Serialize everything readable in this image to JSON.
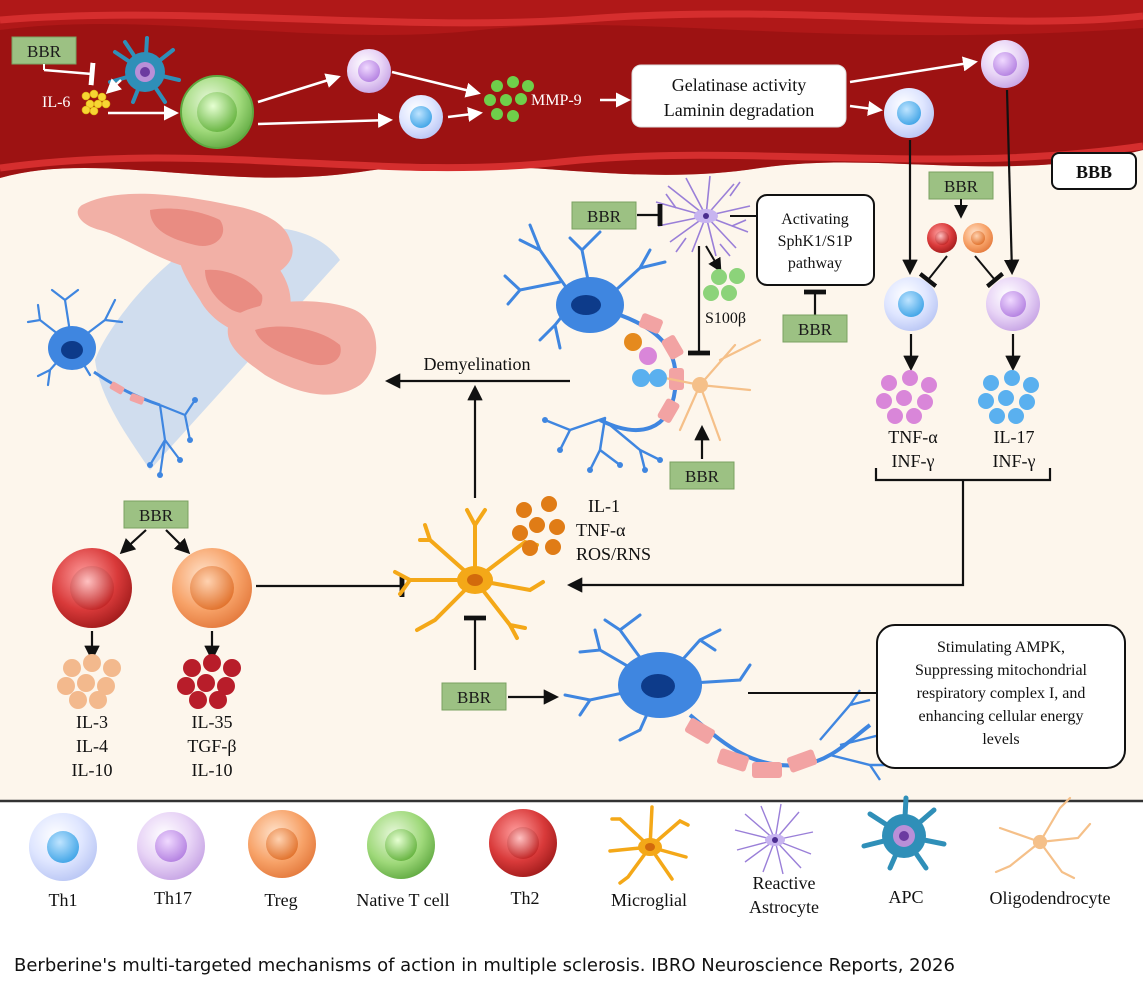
{
  "vessel": {
    "bbb_label": "BBB",
    "il6_label": "IL-6",
    "mmp9_label": "MMP-9",
    "gelatinase_box": [
      "Gelatinase activity",
      "Laminin degradation"
    ]
  },
  "bbr_label": "BBR",
  "middle": {
    "sphk_box": [
      "Activating",
      "SphK1/S1P",
      "pathway"
    ],
    "s100b_label": "S100β",
    "demyelination_label": "Demyelination",
    "microglia_cytokines": [
      "IL-1",
      "TNF-α",
      "ROS/RNS"
    ],
    "th1_cytokines": [
      "TNF-α",
      "INF-γ"
    ],
    "th17_cytokines": [
      "IL-17",
      "INF-γ"
    ],
    "th2_cytokines": [
      "IL-3",
      "IL-4",
      "IL-10"
    ],
    "treg_cytokines": [
      "IL-35",
      "TGF-β",
      "IL-10"
    ],
    "ampk_box": [
      "Stimulating AMPK,",
      "Suppressing mitochondrial",
      "respiratory complex I, and",
      "enhancing cellular energy",
      "levels"
    ]
  },
  "legend": [
    {
      "label": "Th1",
      "icon": "th1-cell-icon",
      "color": "#5fb8e6"
    },
    {
      "label": "Th17",
      "icon": "th17-cell-icon",
      "color": "#b98fd8"
    },
    {
      "label": "Treg",
      "icon": "treg-cell-icon",
      "color": "#f7a268"
    },
    {
      "label": "Native T cell",
      "icon": "native-t-cell-icon",
      "color": "#8ccf6b"
    },
    {
      "label": "Th2",
      "icon": "th2-cell-icon",
      "color": "#d93a3a"
    },
    {
      "label": "Microglial",
      "icon": "microglia-icon",
      "color": "#f4a818"
    },
    {
      "label": "Reactive Astrocyte",
      "icon": "reactive-astrocyte-icon",
      "color": "#9a7fd8"
    },
    {
      "label": "APC",
      "icon": "apc-icon",
      "color": "#2f8fb8"
    },
    {
      "label": "Oligodendrocyte",
      "icon": "oligodendrocyte-icon",
      "color": "#f5c089"
    }
  ],
  "caption": "Berberine's multi-targeted mechanisms of action in multiple sclerosis. IBRO Neuroscience Reports, 2026",
  "colors": {
    "vessel_red": "#b01818",
    "bbr_green": "#9cc183",
    "th1": "#5fb8e6",
    "th17": "#b98fd8",
    "treg": "#f7a268",
    "th2": "#d93a3a",
    "native": "#8ccf6b",
    "microglia": "#f4a818",
    "neuron_blue": "#3f86e0",
    "myelin_pink": "#f2a3a3"
  }
}
